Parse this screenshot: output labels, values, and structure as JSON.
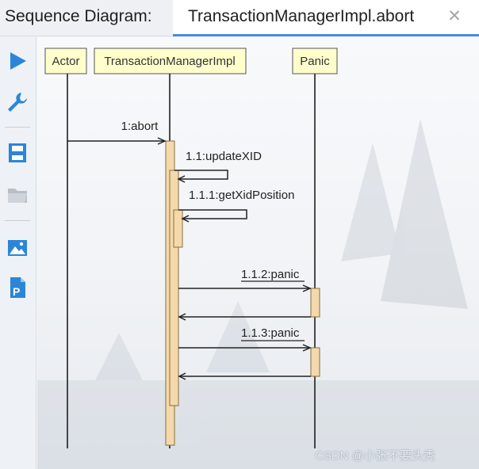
{
  "tabs": {
    "static_label": "Sequence Diagram:",
    "active_label": "TransactionManagerImpl.abort",
    "close_glyph": "✕"
  },
  "toolbar": {
    "items": [
      {
        "icon": "play-icon"
      },
      {
        "icon": "wrench-icon"
      },
      {
        "icon": "save-icon"
      },
      {
        "icon": "folder-icon"
      },
      {
        "icon": "image-icon"
      },
      {
        "icon": "export-pdf-icon"
      }
    ]
  },
  "diagram": {
    "lifelines": [
      "Actor",
      "TransactionManagerImpl",
      "Panic"
    ],
    "messages": [
      "1:abort",
      "1.1:updateXID",
      "1.1.1:getXidPosition",
      "1.1.2:panic",
      "1.1.3:panic"
    ]
  },
  "colors": {
    "accent": "#4a86e8",
    "header_fill": "#ffffcc",
    "activation_fill": "#f4d9ac",
    "activation_stroke": "#8a6d3b"
  },
  "watermark": "CSDN @小张不要头秃"
}
